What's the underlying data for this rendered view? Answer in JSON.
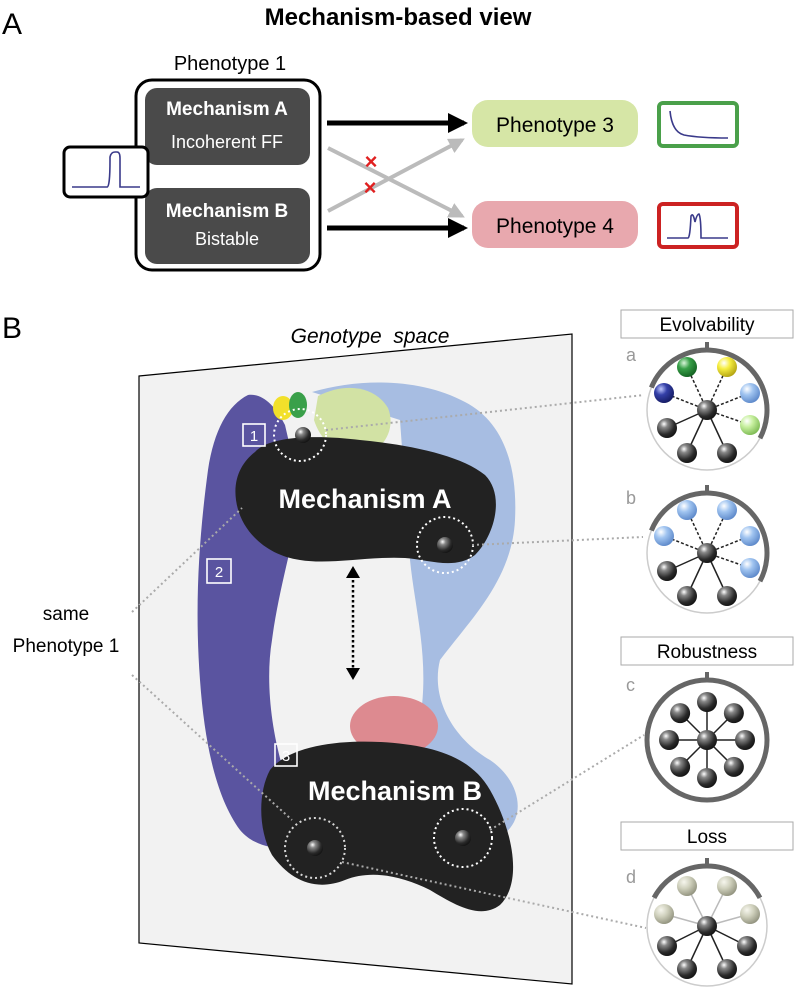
{
  "panel_a": {
    "letter": "A",
    "title": "Mechanism-based view",
    "phenotype1_label": "Phenotype 1",
    "mechanism_a": {
      "name": "Mechanism A",
      "subtitle": "Incoherent FF"
    },
    "mechanism_b": {
      "name": "Mechanism B",
      "subtitle": "Bistable"
    },
    "phenotype3": "Phenotype 3",
    "phenotype4": "Phenotype 4",
    "blocked_mark": "×",
    "colors": {
      "mechanism_box": "#4a4a4a",
      "phenotype3": "#d6e6a6",
      "phenotype4": "#e8a8ae",
      "trace": "#3a3a8a",
      "border3": "#4aa04a",
      "border4": "#cc2222"
    }
  },
  "panel_b": {
    "letter": "B",
    "plane_title": "Genotype  space",
    "region_a_label": "Mechanism A",
    "region_b_label": "Mechanism B",
    "markers": [
      "1",
      "2",
      "3"
    ],
    "side_label_line1": "same",
    "side_label_line2": "Phenotype 1",
    "headers": {
      "evolvability": "Evolvability",
      "robustness": "Robustness",
      "loss": "Loss"
    },
    "network_letters": [
      "a",
      "b",
      "c",
      "d"
    ],
    "colors": {
      "purple_path": "#5a54a0",
      "blue_path": "#a7bde2",
      "dark_region": "#222222",
      "pink_region": "#dd8a90",
      "lime_region": "#d2e2a4",
      "yellow": "#f2e02a",
      "green": "#3aa04a"
    }
  }
}
